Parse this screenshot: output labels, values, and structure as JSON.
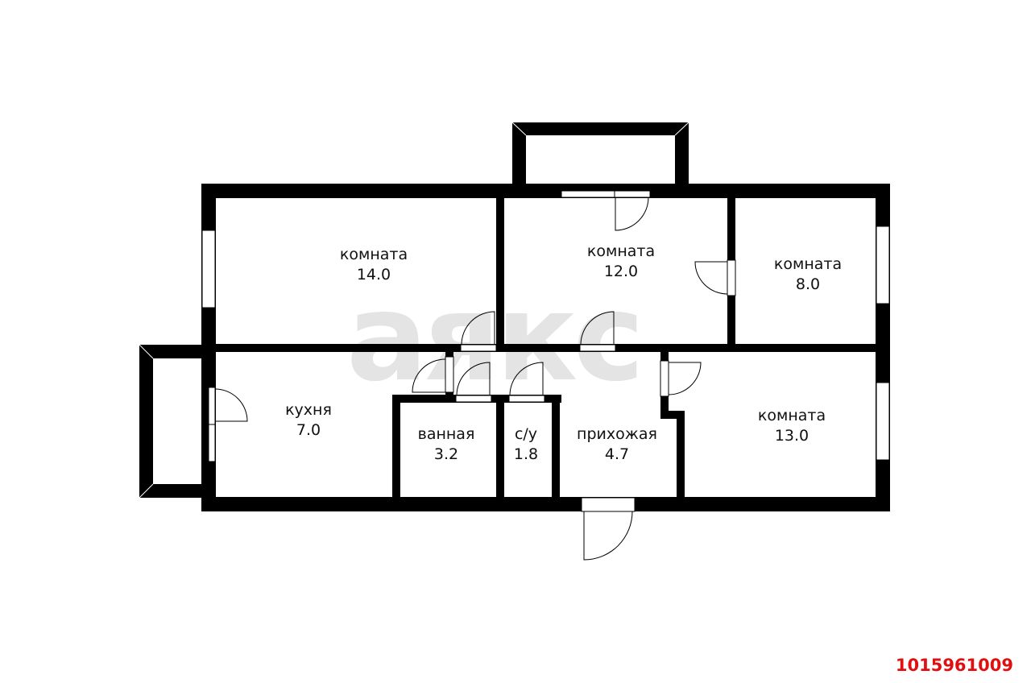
{
  "watermark": "аякс",
  "listing_id": "1015961009",
  "colors": {
    "wall": "#000000",
    "background": "#ffffff",
    "watermark": "#e4e4e4",
    "listing_id": "#e01010"
  },
  "rooms": [
    {
      "name": "комната",
      "area": "14.0"
    },
    {
      "name": "комната",
      "area": "12.0"
    },
    {
      "name": "комната",
      "area": "8.0"
    },
    {
      "name": "кухня",
      "area": "7.0"
    },
    {
      "name": "ванная",
      "area": "3.2"
    },
    {
      "name": "с/у",
      "area": "1.8"
    },
    {
      "name": "прихожая",
      "area": "4.7"
    },
    {
      "name": "комната",
      "area": "13.0"
    }
  ]
}
